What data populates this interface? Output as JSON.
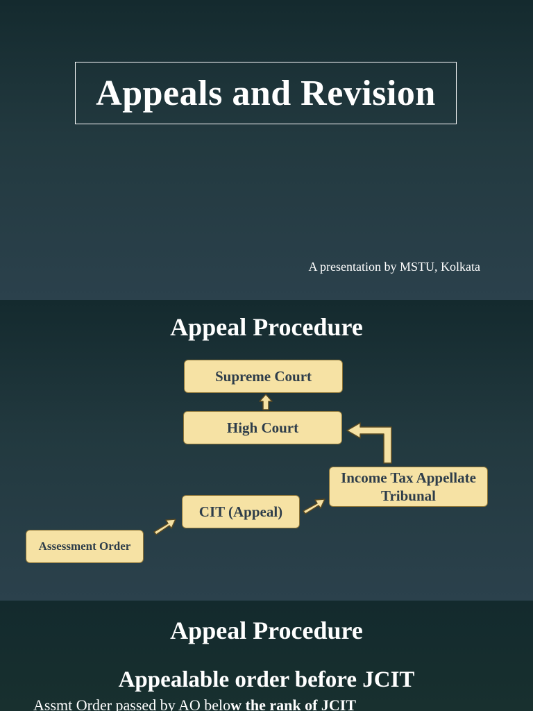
{
  "slide1": {
    "title": "Appeals and Revision",
    "subtitle": "A presentation by MSTU, Kolkata"
  },
  "slide2": {
    "heading": "Appeal Procedure",
    "nodes": {
      "supreme_court": "Supreme Court",
      "high_court": "High Court",
      "itat_line1": "Income Tax Appellate",
      "itat_line2": "Tribunal",
      "cit_appeal": "CIT (Appeal)",
      "assessment_order": "Assessment Order"
    },
    "colors": {
      "box_fill": "#f6e2a4",
      "box_border": "#8c7436",
      "box_text": "#2e3d4a"
    }
  },
  "slide3": {
    "heading": "Appeal Procedure",
    "subheading": "Appealable order before JCIT",
    "body_normal": "Assmt Order passed by AO belo",
    "body_bold": "w the rank of JCIT"
  }
}
